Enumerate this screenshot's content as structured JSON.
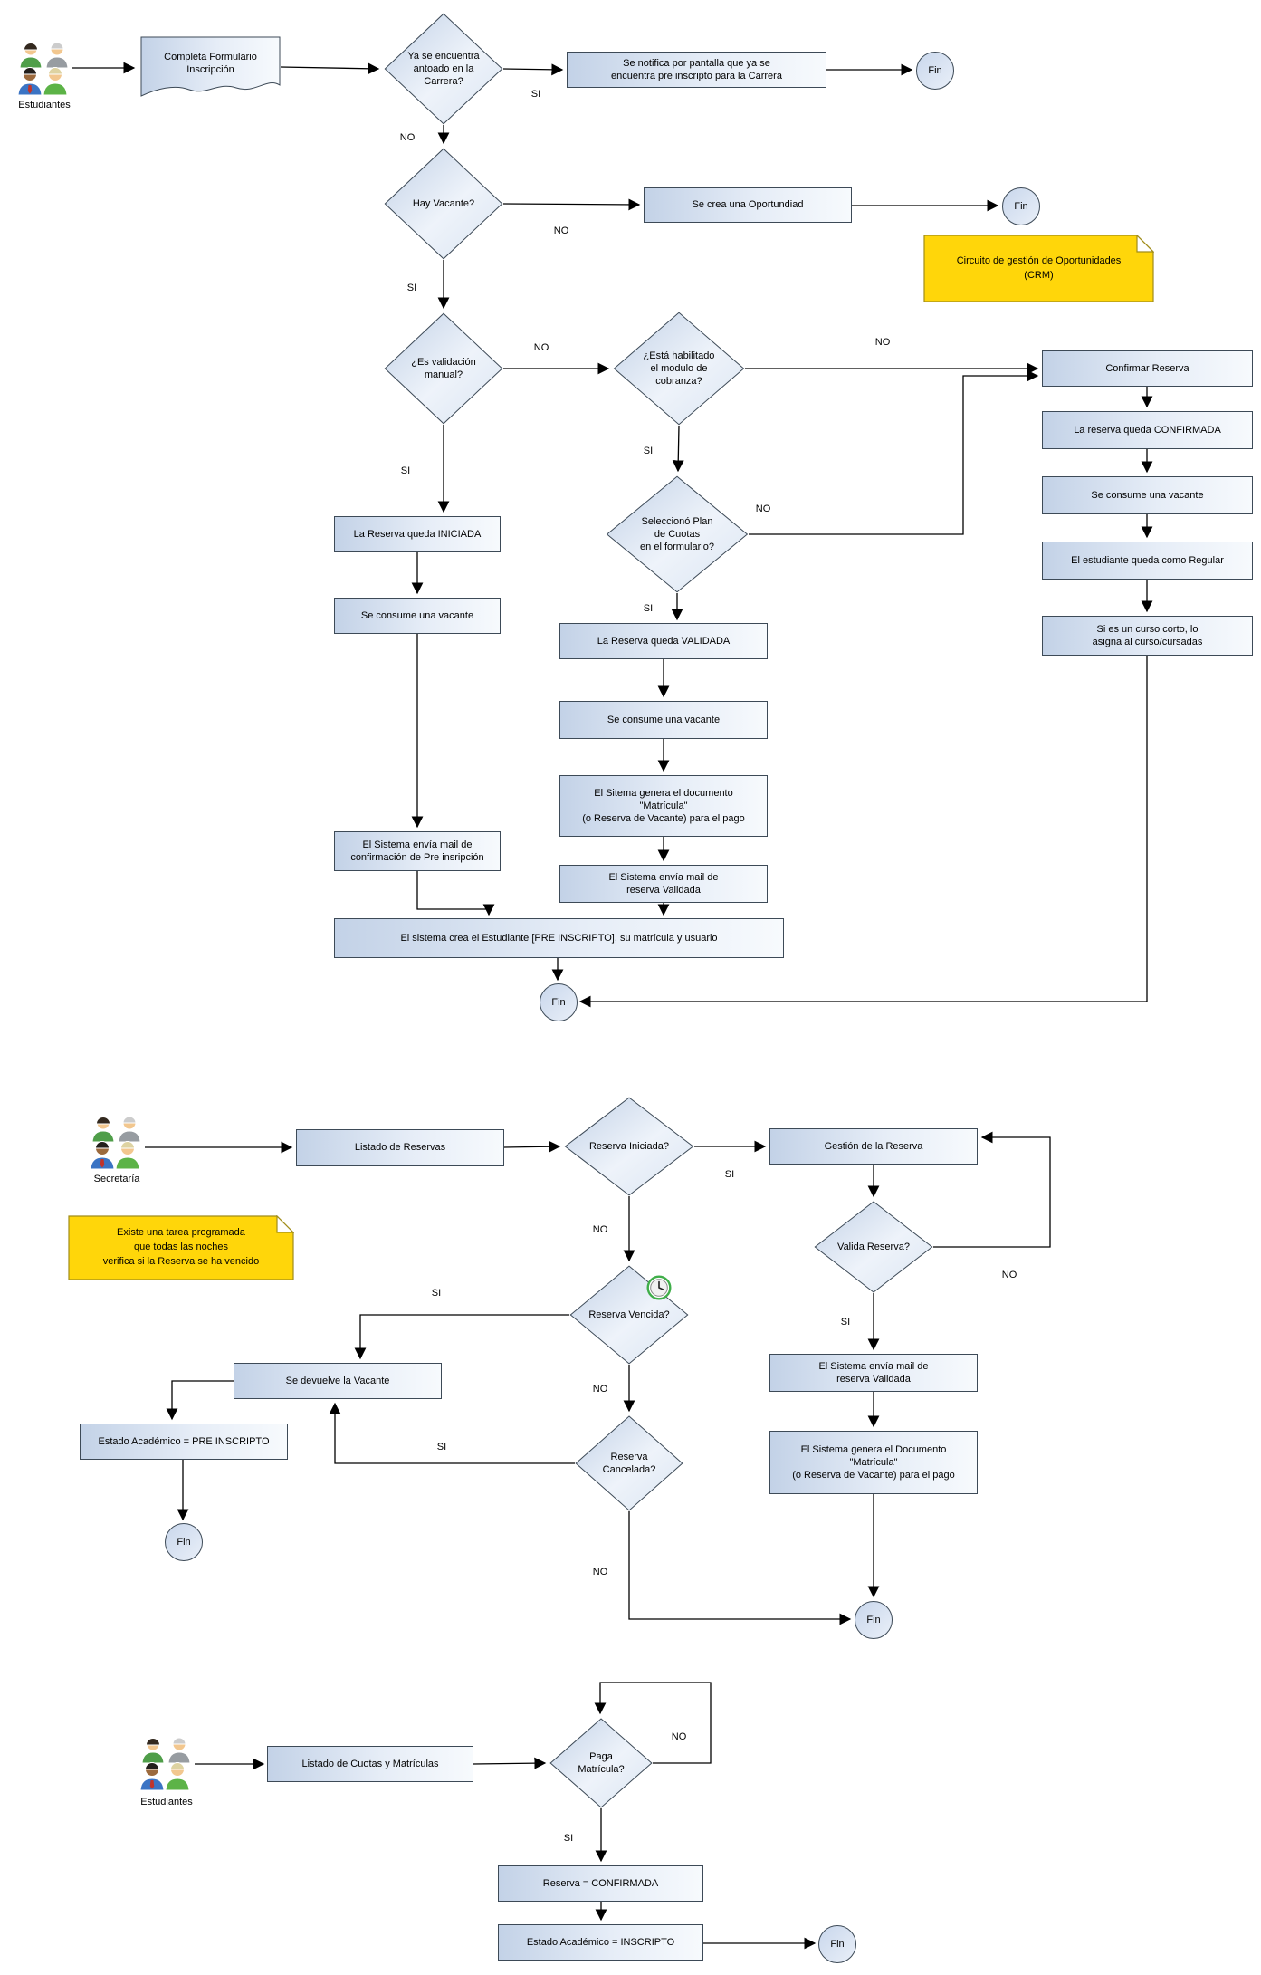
{
  "labels": {
    "fin": "Fin",
    "yes": "SI",
    "no": "NO"
  },
  "actors": {
    "estudiantes": "Estudiantes",
    "secretaria": "Secretaría"
  },
  "colors": {
    "shape_fill_dark": "#c3d2e7",
    "shape_fill_light": "#f7fafd",
    "shape_border": "#3d4a57",
    "note_fill": "#ffd60a",
    "note_border": "#a08c1a",
    "connector": "#000000",
    "clock_ring": "#3fae49"
  },
  "flow1": {
    "form_doc": "Completa Formulario\nInscripción",
    "q_already": "Ya se encuentra\nantoado en la\nCarrera?",
    "notify": "Se notifica por pantalla que ya se\nencuentra pre inscripto para la Carrera",
    "q_vacante": "Hay Vacante?",
    "oportunidad": "Se crea una Oportundiad",
    "note_crm": "Circuito de gestión de Oportunidades\n(CRM)",
    "q_manual": "¿Es validación\nmanual?",
    "q_cobranza": "¿Está habilitado\nel modulo de\ncobranza?",
    "q_plan": "Seleccionó Plan\nde Cuotas\nen el formulario?",
    "iniciada": "La Reserva queda INICIADA",
    "consume": "Se consume una vacante",
    "mail_pre": "El Sistema envía mail de\nconfirmación de Pre insripción",
    "validada": "La Reserva queda VALIDADA",
    "genera_doc": "El Sitema genera el documento\n\"Matrícula\"\n(o Reserva de Vacante) para el pago",
    "mail_validada": "El Sistema envía mail de\nreserva Validada",
    "confirmar": "Confirmar Reserva",
    "confirmada": "La reserva queda CONFIRMADA",
    "regular": "El estudiante queda como Regular",
    "curso_corto": "Si es un curso corto, lo\nasigna al curso/cursadas",
    "crea_estudiante": "El sistema crea el Estudiante [PRE INSCRIPTO], su matrícula y usuario"
  },
  "flow2": {
    "listado": "Listado de Reservas",
    "q_iniciada": "Reserva Iniciada?",
    "gestion": "Gestión de la Reserva",
    "q_valida": "Valida Reserva?",
    "q_vencida": "Reserva Vencida?",
    "q_cancelada": "Reserva\nCancelada?",
    "devuelve": "Se devuelve la Vacante",
    "estado_pre": "Estado Académico = PRE INSCRIPTO",
    "mail_validada": "El Sistema envía mail de\nreserva Validada",
    "genera_doc": "El Sistema genera el Documento\n\"Matrícula\"\n(o Reserva de Vacante) para el pago",
    "note_tarea": "Existe una tarea programada\nque todas las noches\nverifica si la Reserva se ha vencido"
  },
  "flow3": {
    "listado": "Listado de Cuotas y Matrículas",
    "q_paga": "Paga\nMatrícula?",
    "confirmada": "Reserva = CONFIRMADA",
    "inscripto": "Estado Académico = INSCRIPTO"
  }
}
